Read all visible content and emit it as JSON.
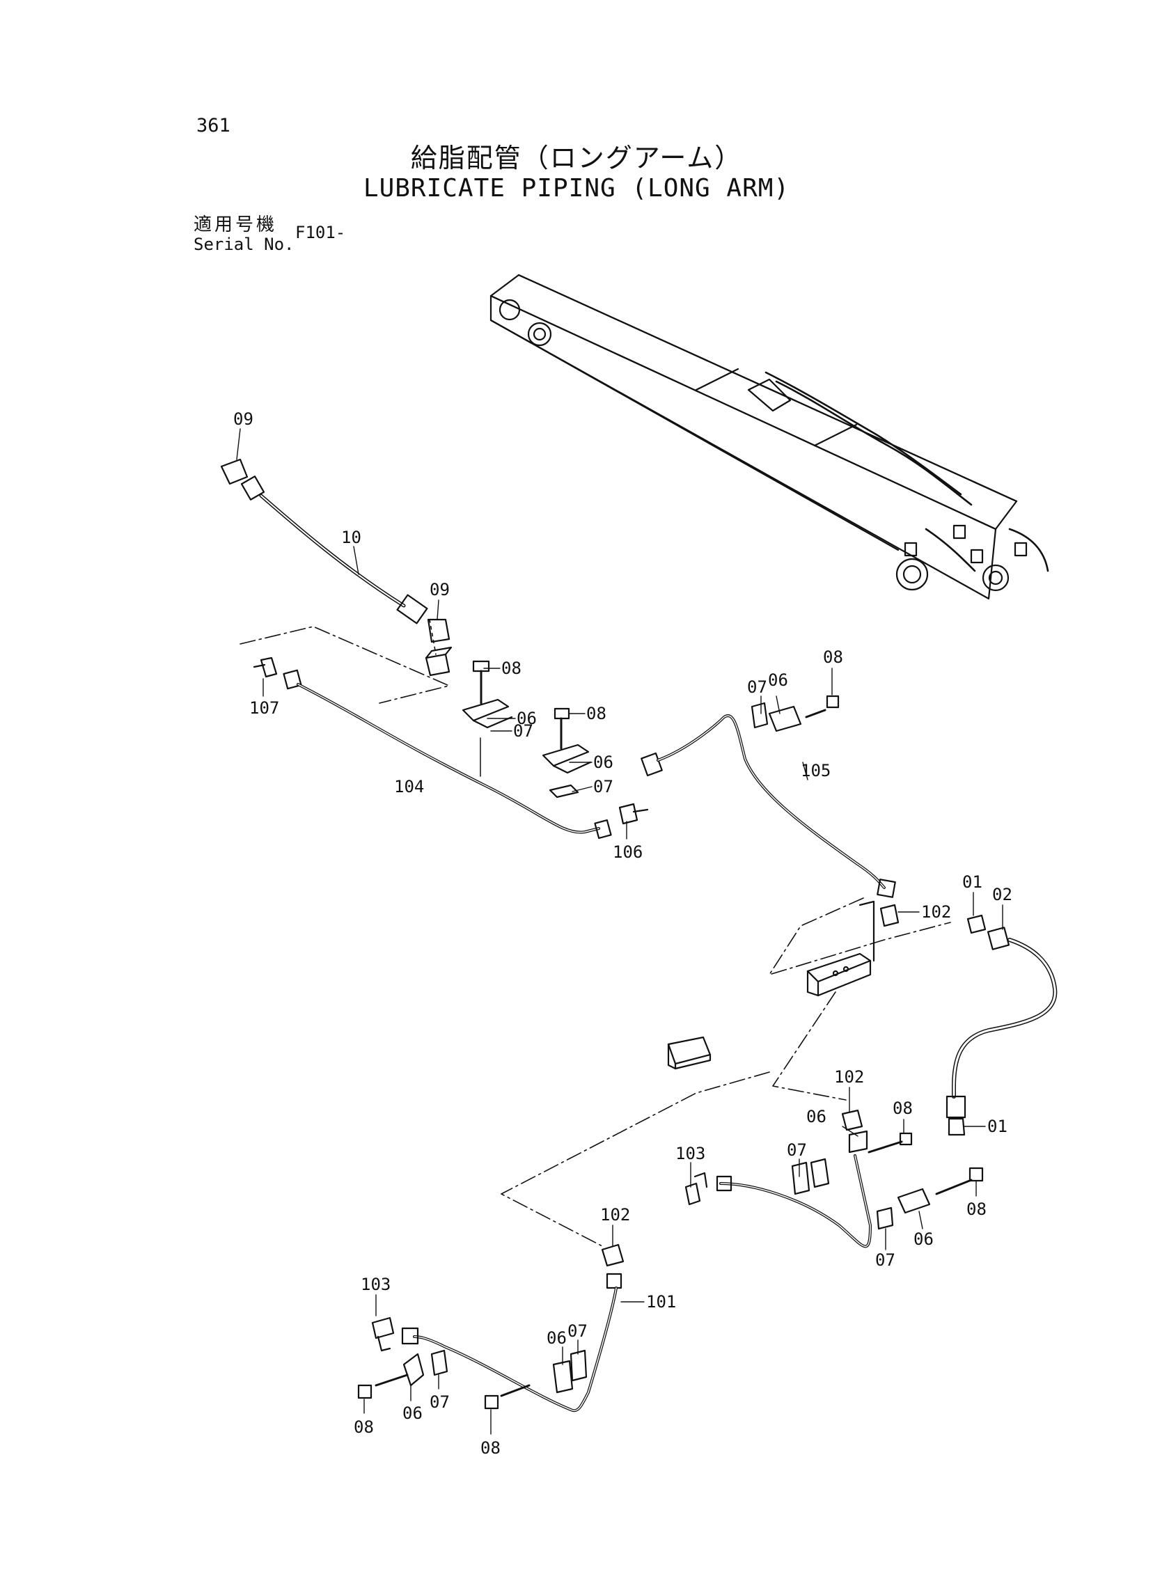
{
  "header": {
    "page_number": "361",
    "title_ja": "給脂配管（ロングアーム）",
    "title_en": "LUBRICATE PIPING (LONG ARM)",
    "serial_label_ja": "適用号機",
    "serial_label_en": "Serial No.",
    "serial_value": "F101-"
  },
  "callouts": {
    "c09a": "09",
    "c10": "10",
    "c09b": "09",
    "c08a": "08",
    "c107": "107",
    "c06a": "06",
    "c08b": "08",
    "c07a": "07",
    "c104": "104",
    "c06b": "06",
    "c07b": "07",
    "c106": "106",
    "c07c": "07",
    "c06c": "06",
    "c08c": "08",
    "c105": "105",
    "c01a": "01",
    "c02": "02",
    "c102a": "102",
    "c102b": "102",
    "c08d": "08",
    "c06d": "06",
    "c01b": "01",
    "c07d": "07",
    "c103a": "103",
    "c08e": "08",
    "c07e": "07",
    "c06e": "06",
    "c102c": "102",
    "c103b": "103",
    "c101": "101",
    "c06f": "06",
    "c07f": "07",
    "c07g": "07",
    "c06g": "06",
    "c08f": "08",
    "c08g": "08"
  }
}
